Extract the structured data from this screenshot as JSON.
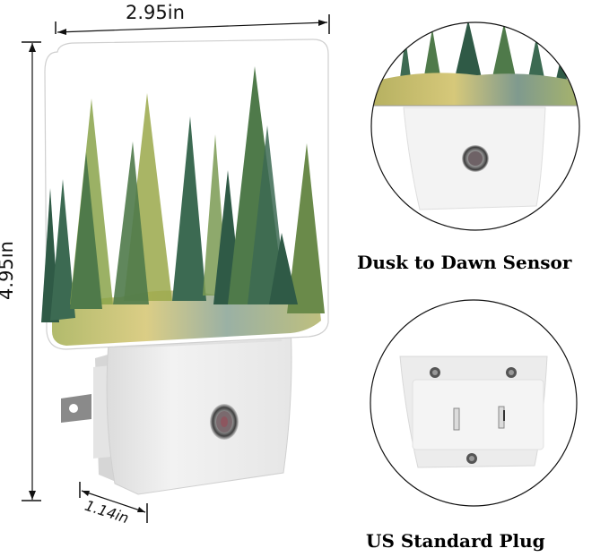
{
  "dimensions": {
    "width": {
      "label": "2.95in"
    },
    "height": {
      "label": "4.95in"
    },
    "depth": {
      "label": "1.14in"
    }
  },
  "captions": {
    "sensor": "Dusk to Dawn Sensor",
    "plug": "US Standard Plug"
  },
  "colors": {
    "housing": "#eeeeee",
    "housing_shadow": "#d8d8d8",
    "tree_dark": "#2f5a46",
    "tree_mid": "#4f7a4a",
    "tree_light": "#8aa34a",
    "ground_yellow": "#c9c06a",
    "ground_blue": "#8fa8a0",
    "outline": "#111111"
  }
}
